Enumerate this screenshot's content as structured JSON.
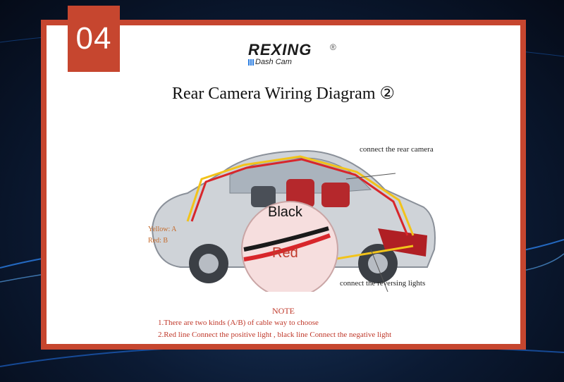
{
  "badge": {
    "number": "04"
  },
  "logo": {
    "brand": "REXING",
    "reg": "®",
    "sub": "Dash Cam"
  },
  "title": "Rear Camera Wiring Diagram ②",
  "labels": {
    "rear_camera": "connect the rear camera",
    "reversing": "connect the reversing lights",
    "black": "Black",
    "red": "Red"
  },
  "legend": {
    "yellow": "Yellow: A",
    "red": "Red: B"
  },
  "note": {
    "title": "NOTE",
    "line1": "1.There are two kinds (A/B)  of cable way to choose",
    "line2": "2.Red line Connect the positive light , black line Connect the negative light"
  },
  "colors": {
    "frame": "#c6462f",
    "wire_red": "#d8262b",
    "wire_yellow": "#f2c31a",
    "note": "#c0392b"
  }
}
